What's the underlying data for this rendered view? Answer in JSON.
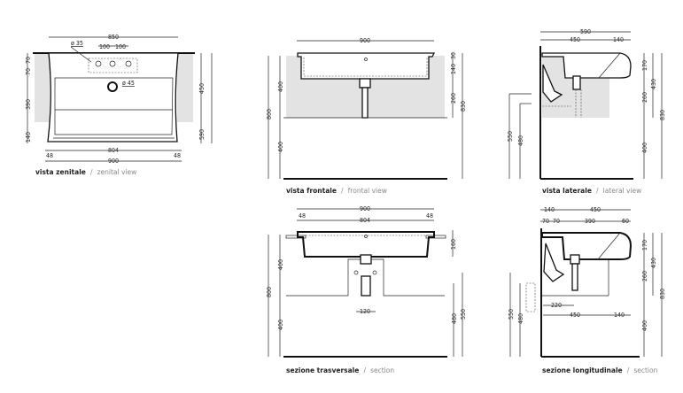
{
  "views": {
    "zenital": {
      "caption_it": "vista zenitale",
      "caption_sep": "/",
      "caption_en": "zenital view",
      "dims": [
        "850",
        "ø 35",
        "100",
        "100",
        "ø 45",
        "70",
        "70",
        "390",
        "140",
        "450",
        "590",
        "804",
        "48",
        "48",
        "900"
      ]
    },
    "frontal": {
      "caption_it": "vista frontale",
      "caption_sep": "/",
      "caption_en": "frontal view",
      "dims": [
        "900",
        "800",
        "400",
        "400",
        "30",
        "140",
        "260",
        "830"
      ]
    },
    "lateral": {
      "caption_it": "vista laterale",
      "caption_sep": "/",
      "caption_en": "lateral view",
      "dims": [
        "590",
        "450",
        "140",
        "550",
        "480",
        "170",
        "260",
        "400",
        "430",
        "830"
      ]
    },
    "transverse": {
      "caption_it": "sezione trasversale",
      "caption_sep": "/",
      "caption_en": "section",
      "dims": [
        "900",
        "48",
        "804",
        "48",
        "800",
        "400",
        "400",
        "160",
        "480",
        "550",
        "120"
      ]
    },
    "longitudinal": {
      "caption_it": "sezione longitudinale",
      "caption_sep": "/",
      "caption_en": "section",
      "dims": [
        "140",
        "450",
        "70",
        "70",
        "390",
        "60",
        "220",
        "450",
        "140",
        "550",
        "480",
        "170",
        "260",
        "400",
        "430",
        "830"
      ]
    }
  }
}
